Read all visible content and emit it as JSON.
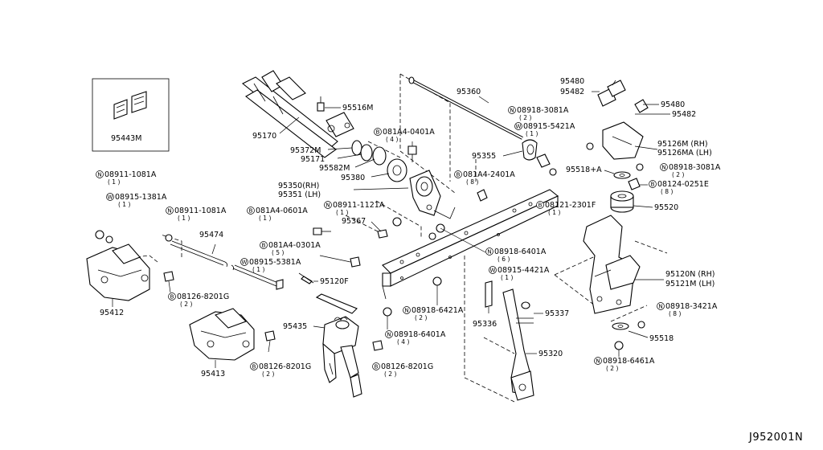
{
  "diagram_code": "J952001N",
  "parts": {
    "p95443M": "95443M",
    "p95516M": "95516M",
    "p95170": "95170",
    "p95372M": "95372M",
    "p95171": "95171",
    "p95582M": "95582M",
    "p95380": "95380",
    "p95350": "95350(RH)",
    "p95351": "95351 (LH)",
    "p95360": "95360",
    "p95355": "95355",
    "p95480a": "95480",
    "p95482a": "95482",
    "p95480b": "95480",
    "p95482b": "95482",
    "p95126M": "95126M  (RH)",
    "p95126MA": "95126MA (LH)",
    "p95518A": "95518+A",
    "p95520": "95520",
    "p95120N": "95120N (RH)",
    "p95121M": "95121M  (LH)",
    "p95518": "95518",
    "p95367": "95367",
    "p95474": "95474",
    "p95120F": "95120F",
    "p95412": "95412",
    "p95413": "95413",
    "p95435": "95435",
    "p95336": "95336",
    "p95337": "95337",
    "p95320": "95320"
  },
  "fasteners": {
    "f1": {
      "sym": "B",
      "num": "081A4-0401A",
      "qty": "( 4 )"
    },
    "f2": {
      "sym": "N",
      "num": "08918-3081A",
      "qty": "( 2 )"
    },
    "f3": {
      "sym": "W",
      "num": "08915-5421A",
      "qty": "( 1 )"
    },
    "f4": {
      "sym": "B",
      "num": "081A4-2401A",
      "qty": "( 8 )"
    },
    "f5": {
      "sym": "N",
      "num": "08918-3081A",
      "qty": "( 2 )"
    },
    "f6": {
      "sym": "B",
      "num": "08124-0251E",
      "qty": "( 8 )"
    },
    "f7": {
      "sym": "B",
      "num": "08121-2301F",
      "qty": "( 1 )"
    },
    "f8": {
      "sym": "N",
      "num": "08911-1081A",
      "qty": "( 1 )"
    },
    "f9": {
      "sym": "W",
      "num": "08915-1381A",
      "qty": "( 1 )"
    },
    "f10": {
      "sym": "N",
      "num": "08911-1081A",
      "qty": "( 1 )"
    },
    "f11": {
      "sym": "B",
      "num": "081A4-0601A",
      "qty": "( 1 )"
    },
    "f12": {
      "sym": "N",
      "num": "08911-1121A",
      "qty": "( 1 )"
    },
    "f13": {
      "sym": "B",
      "num": "081A4-0301A",
      "qty": "( 5 )"
    },
    "f14": {
      "sym": "W",
      "num": "08915-5381A",
      "qty": "( 1 )"
    },
    "f15": {
      "sym": "N",
      "num": "08918-6401A",
      "qty": "( 6 )"
    },
    "f16": {
      "sym": "W",
      "num": "08915-4421A",
      "qty": "( 1 )"
    },
    "f17": {
      "sym": "N",
      "num": "08918-3421A",
      "qty": "( 8 )"
    },
    "f18": {
      "sym": "N",
      "num": "08918-6461A",
      "qty": "( 2 )"
    },
    "f19": {
      "sym": "B",
      "num": "08126-8201G",
      "qty": "( 2 )"
    },
    "f20": {
      "sym": "N",
      "num": "08918-6421A",
      "qty": "( 2 )"
    },
    "f21": {
      "sym": "N",
      "num": "08918-6401A",
      "qty": "( 4 )"
    },
    "f22": {
      "sym": "B",
      "num": "08126-8201G",
      "qty": "( 2 )"
    },
    "f23": {
      "sym": "B",
      "num": "08126-8201G",
      "qty": "( 2 )"
    }
  }
}
